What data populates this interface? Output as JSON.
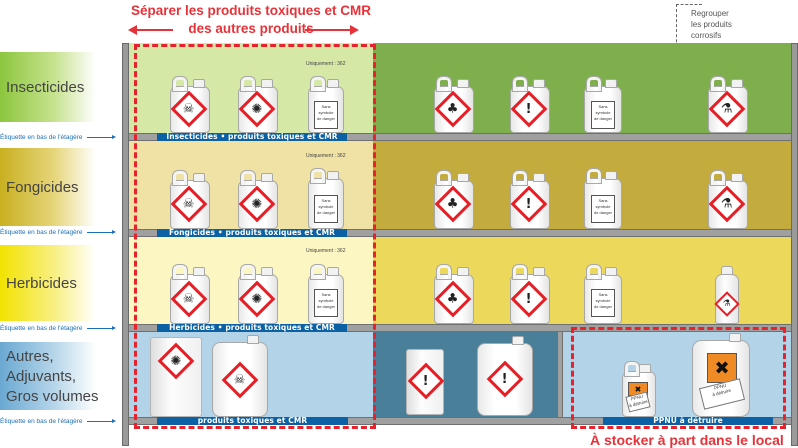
{
  "header": {
    "title_line1": "Séparer les produits toxiques et CMR",
    "title_line2": "des autres produits",
    "corrosive_note": [
      "Regrouper",
      "les produits",
      "corrosifs"
    ]
  },
  "categories": [
    {
      "label": "Insecticides",
      "color": "#8cc63e"
    },
    {
      "label": "Fongicides",
      "color": "#c8b020"
    },
    {
      "label": "Herbicides",
      "color": "#f2e300"
    },
    {
      "label_lines": [
        "Autres,",
        "Adjuvants,",
        "Gros volumes"
      ],
      "color": "#6aa8d2"
    }
  ],
  "shelf_note": "Étiquette en bas de l'étagère",
  "shelves": [
    {
      "label": "Insecticides  •  produits toxiques et CMR",
      "uniquement": "Uniquement : 362",
      "toxic_zone_color": "#d5e8a6",
      "other_zone_color": "#7fae4c",
      "toxic_items": [
        {
          "symbol": "skull-crossbones"
        },
        {
          "symbol": "health-hazard"
        },
        {
          "symbol": "no-symbol",
          "text": [
            "Sans",
            "symbole",
            "de danger"
          ]
        }
      ],
      "other_items": [
        {
          "symbol": "environment"
        },
        {
          "symbol": "exclamation"
        },
        {
          "symbol": "no-symbol",
          "text": [
            "Sans",
            "symbole",
            "de danger"
          ]
        }
      ],
      "corrosive_item": {
        "symbol": "corrosive"
      }
    },
    {
      "label": "Fongicides  •  produits toxiques et CMR",
      "uniquement": "Uniquement : 362",
      "toxic_zone_color": "#f0e2a4",
      "other_zone_color": "#c4ab3e",
      "toxic_items": [
        {
          "symbol": "skull-crossbones"
        },
        {
          "symbol": "health-hazard"
        },
        {
          "symbol": "no-symbol",
          "text": [
            "Sans",
            "symbole",
            "de danger"
          ]
        }
      ],
      "other_items": [
        {
          "symbol": "environment"
        },
        {
          "symbol": "exclamation"
        },
        {
          "symbol": "no-symbol",
          "text": [
            "Sans",
            "symbole",
            "de danger"
          ]
        }
      ],
      "corrosive_item": {
        "symbol": "corrosive"
      }
    },
    {
      "label": "Herbicides  •  produits toxiques et CMR",
      "uniquement": "Uniquement : 362",
      "toxic_zone_color": "#fbf6c2",
      "other_zone_color": "#ecd95c",
      "toxic_items": [
        {
          "symbol": "skull-crossbones"
        },
        {
          "symbol": "health-hazard"
        },
        {
          "symbol": "no-symbol",
          "text": [
            "Sans",
            "symbole",
            "de danger"
          ]
        }
      ],
      "other_items": [
        {
          "symbol": "environment"
        },
        {
          "symbol": "exclamation"
        },
        {
          "symbol": "no-symbol",
          "text": [
            "Sans",
            "symbole",
            "de danger"
          ]
        }
      ],
      "corrosive_item": {
        "symbol": "corrosive"
      }
    },
    {
      "label": "produits toxiques et CMR",
      "toxic_zone_color": "#b3d4e8",
      "other_zone_color": "#4a7f9a",
      "ppnu_zone_color": "#b3d4e8",
      "toxic_items": [
        {
          "symbol": "health-hazard",
          "container": "bag"
        },
        {
          "symbol": "skull-crossbones",
          "container": "jerrycan"
        }
      ],
      "other_items": [
        {
          "symbol": "exclamation",
          "container": "bag"
        },
        {
          "symbol": "exclamation",
          "container": "jerrycan"
        }
      ],
      "ppnu_label": "PPNU à détruire",
      "ppnu_tag": [
        "PPNU",
        "à détruire"
      ]
    }
  ],
  "bottom_note": "À stocker à part dans le local",
  "glyphs": {
    "skull-crossbones": "☠",
    "health-hazard": "✺",
    "environment": "♣",
    "exclamation": "!",
    "corrosive": "⚗",
    "harmful": "✖"
  }
}
